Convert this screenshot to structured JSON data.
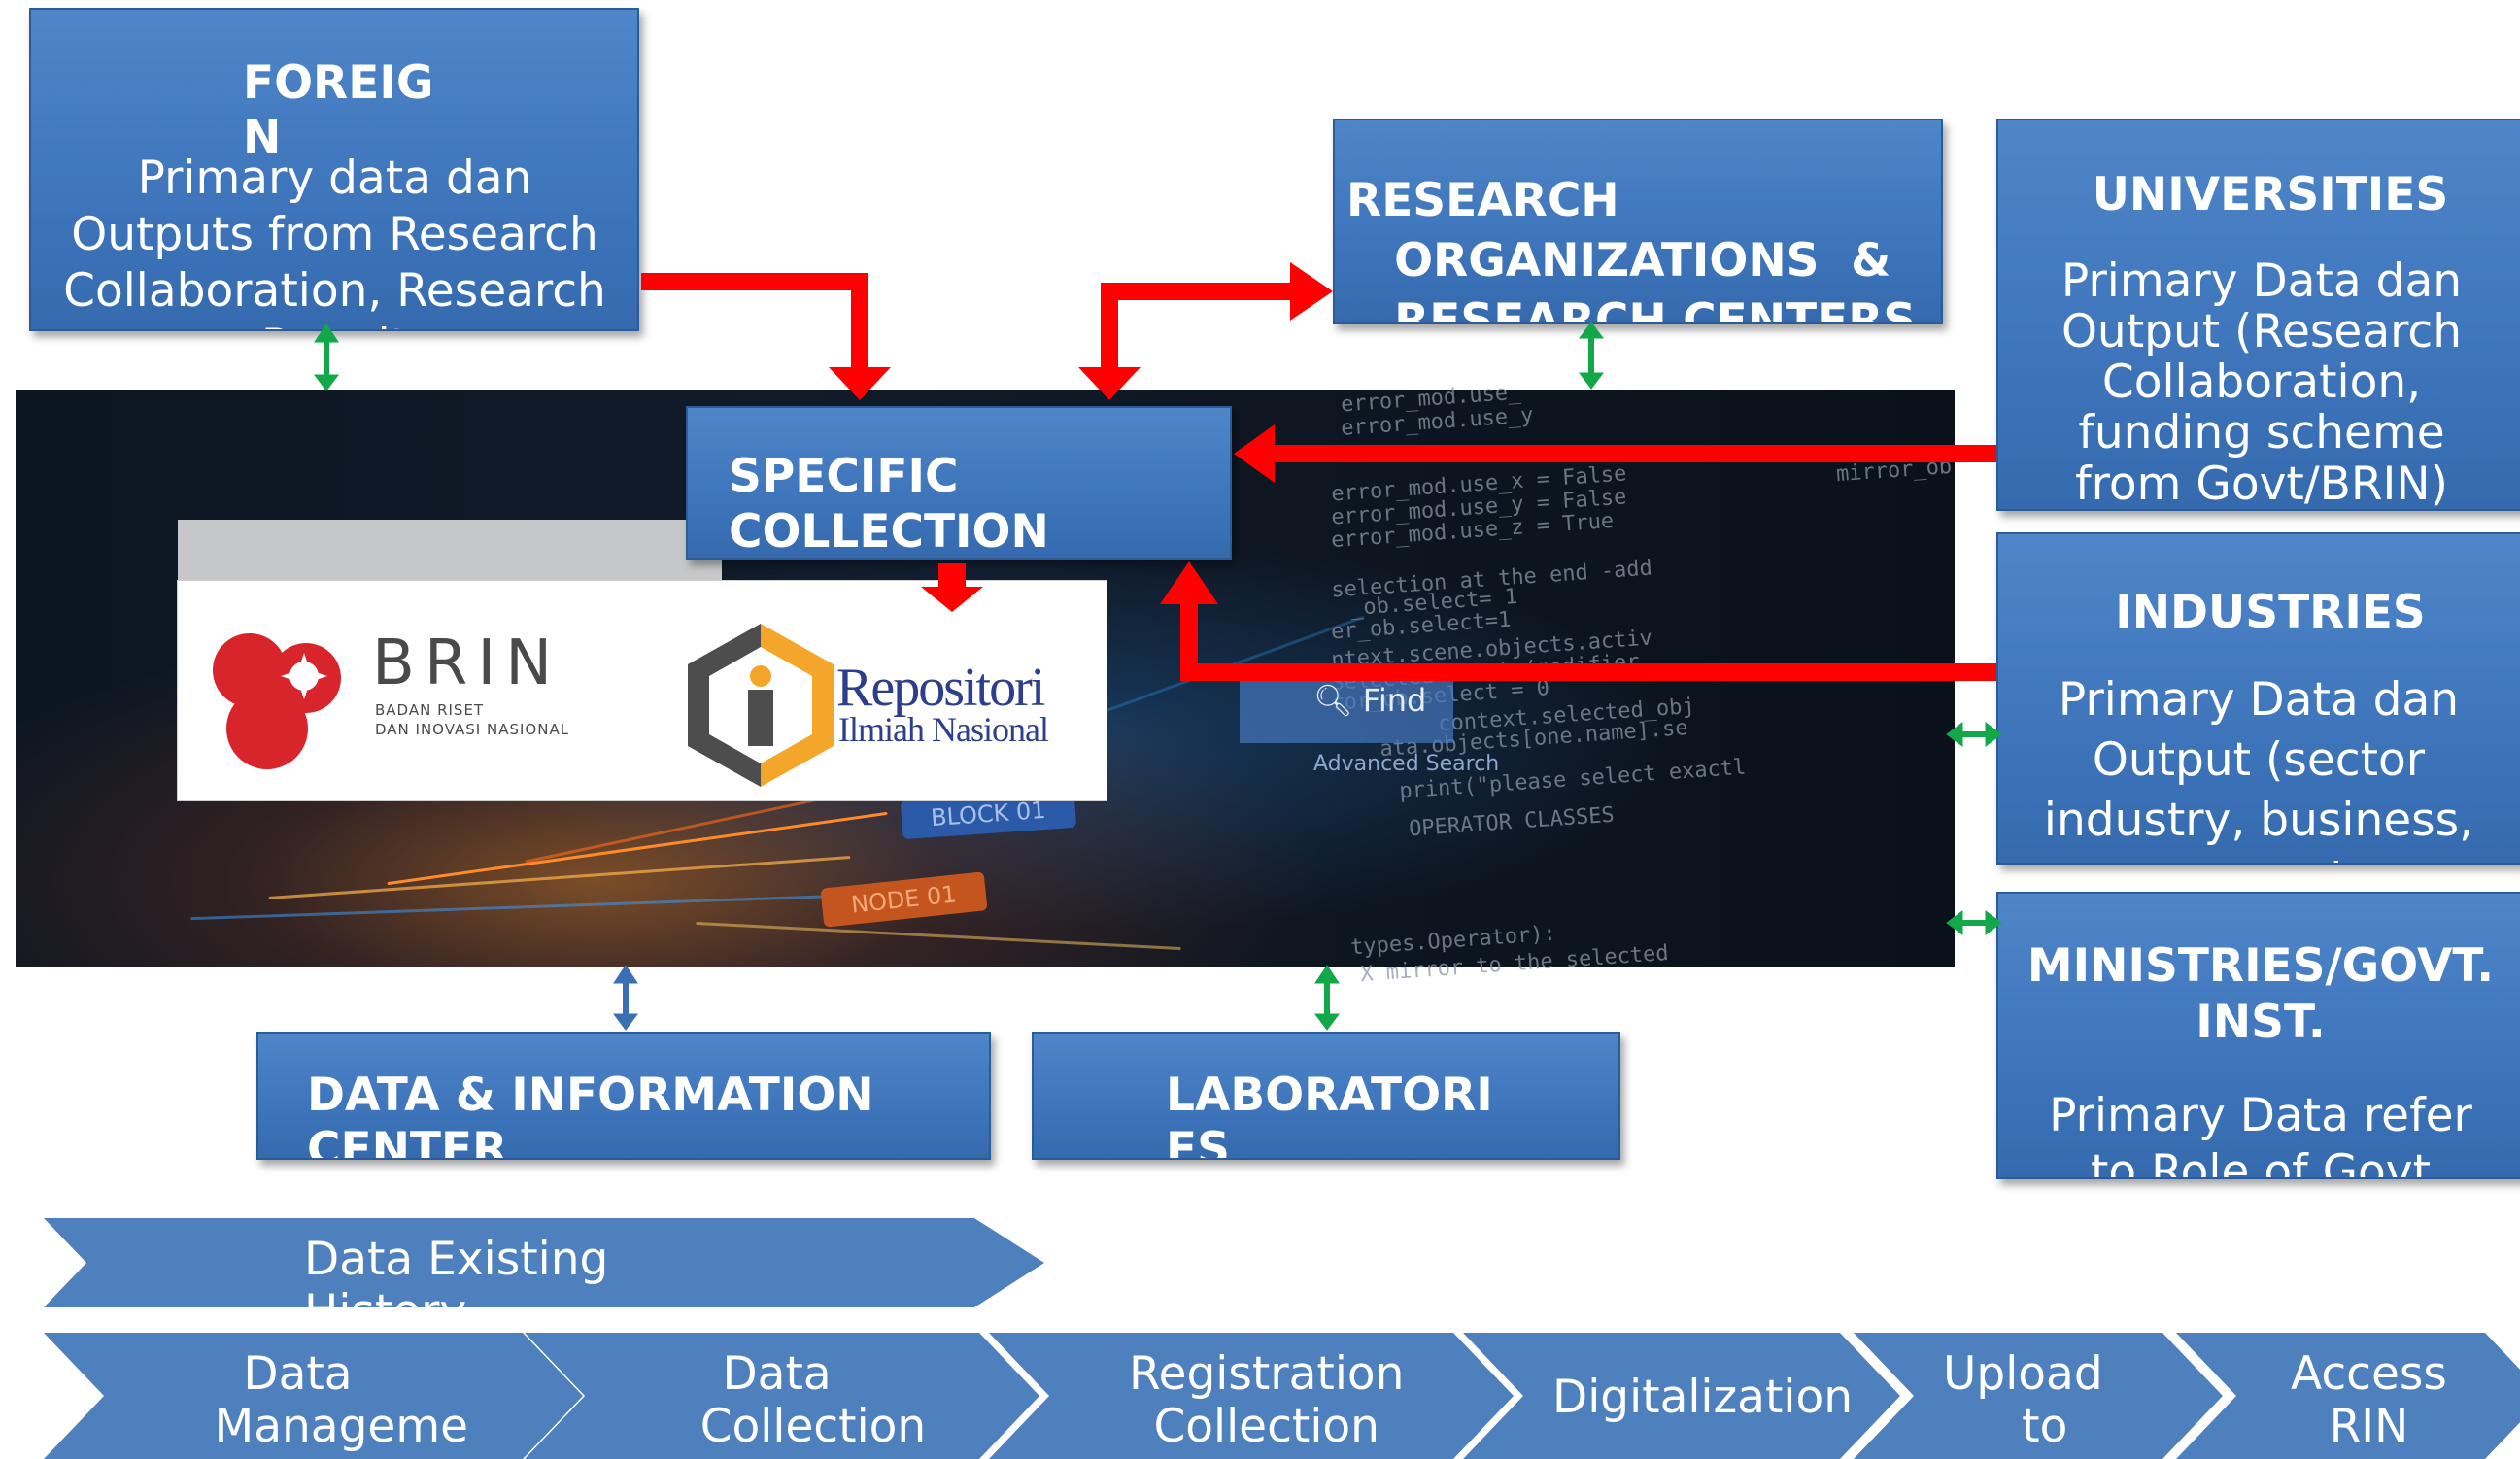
{
  "nodes": {
    "foreign": {
      "title": "FOREIG\nN",
      "body": "Primary data dan Outputs from Research Collaboration,  Research Permit"
    },
    "research_orgs": {
      "title": "RESEARCH\n   ORGANIZATIONS  &\n   RESEARCH CENTERS"
    },
    "universities": {
      "title": "UNIVERSITIES",
      "body": "Primary Data dan Output  (Research Collaboration,  funding scheme from Govt/BRIN)"
    },
    "specific_collection": {
      "title": "SPECIFIC\nCOLLECTION"
    },
    "industries": {
      "title": "INDUSTRIES",
      "body": "Primary Data dan Output (sector industry, business,  community collaboration)"
    },
    "ministries": {
      "title": "MINISTRIES/GOVT.\nINST.",
      "body": "Primary Data refer to Role of Govt"
    },
    "data_info_center": {
      "title": "DATA & INFORMATION\nCENTER"
    },
    "laboratories": {
      "title": "LABORATORI\nES"
    }
  },
  "logos": {
    "brin": {
      "name": "BRIN",
      "subtitle_1": "BADAN RISET",
      "subtitle_2": "DAN INOVASI NASIONAL"
    },
    "rin": {
      "line1": "Repositori",
      "line2": "Ilmiah Nasional"
    }
  },
  "background_ui": {
    "find_label": "Find",
    "advanced_search": "Advanced Search",
    "block_label": "BLOCK 01",
    "node_label": "NODE 01",
    "code_lines": [
      "error_mod.use_",
      "error_mod.use_y",
      "mirror_ob",
      "error_mod.use_x = False",
      "error_mod.use_y = False",
      "error_mod.use_z = True",
      "selection at the end -add",
      "_ob.select= 1",
      "er_ob.select=1",
      "ntext.scene.objects.activ",
      "Selected\" + str(modifier",
      "ror_ob.select = 0",
      "context.selected_obj",
      "ata.objects[one.name].se",
      "print(\"please select exactl",
      "OPERATOR CLASSES",
      "types.Operator):",
      "X mirror to the selected"
    ]
  },
  "process": {
    "existing": "Data Existing\nHistory",
    "steps": [
      "Data\n      Manageme",
      "Data\n     Collection",
      "Registration\nCollection",
      "Digitalization",
      "Upload\n   to",
      "Access\nRIN"
    ]
  },
  "colors": {
    "box_blue": "#4279c0",
    "chevron_blue": "#4f80be",
    "red_arrow": "#ff0000",
    "green_arrow": "#12a84a",
    "blue_arrow": "#3a6fb5"
  }
}
